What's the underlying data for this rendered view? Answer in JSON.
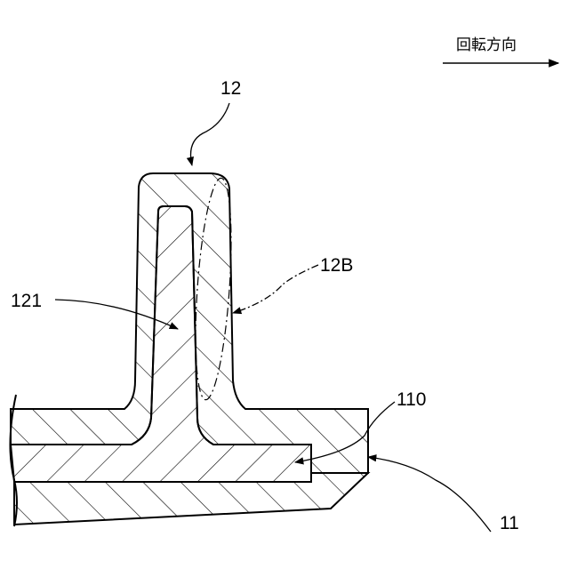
{
  "figure": {
    "rotation_label": "回転方向",
    "labels": {
      "blade": "12",
      "blade_region": "12B",
      "core": "121",
      "interlayer": "110",
      "base": "11"
    }
  }
}
